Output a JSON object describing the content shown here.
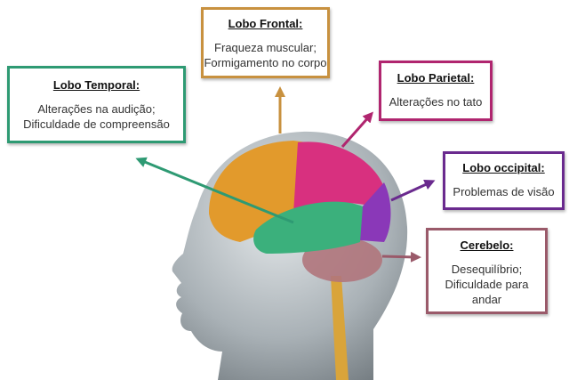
{
  "lobes": {
    "frontal": {
      "title": "Lobo Frontal:",
      "desc": "Fraqueza muscular;\nFormigamento no corpo",
      "color": "#c8913f"
    },
    "temporal": {
      "title": "Lobo Temporal:",
      "desc": "Alterações na audição;\nDificuldade de compreensão",
      "color": "#2e9a73"
    },
    "parietal": {
      "title": "Lobo Parietal:",
      "desc": "Alterações no tato",
      "color": "#b0256f"
    },
    "occipital": {
      "title": "Lobo occipital:",
      "desc": "Problemas de visão",
      "color": "#6a2a8e"
    },
    "cerebelo": {
      "title": "Cerebelo:",
      "desc": "Desequilíbrio;\nDificuldade para andar",
      "color": "#9a5a6a"
    }
  }
}
